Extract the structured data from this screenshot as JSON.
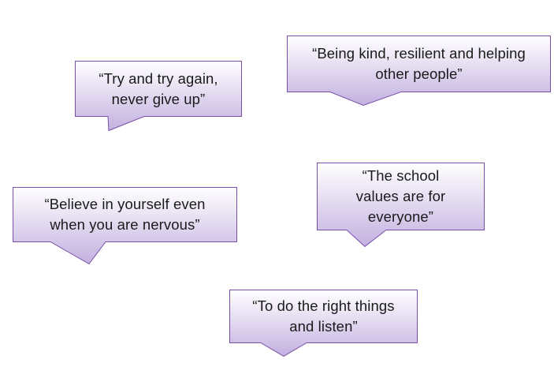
{
  "colors": {
    "fill_top": "#ffffff",
    "fill_bottom": "#c3b0e0",
    "border": "#7a4fa8"
  },
  "quotes": [
    {
      "text": "“Try and try again, never give up”"
    },
    {
      "text": "“Being kind, resilient and helping other people”"
    },
    {
      "text": "“Believe in yourself even when you are nervous”"
    },
    {
      "text": "“The school values are for everyone”"
    },
    {
      "text": "“To do the right things and listen”"
    }
  ]
}
